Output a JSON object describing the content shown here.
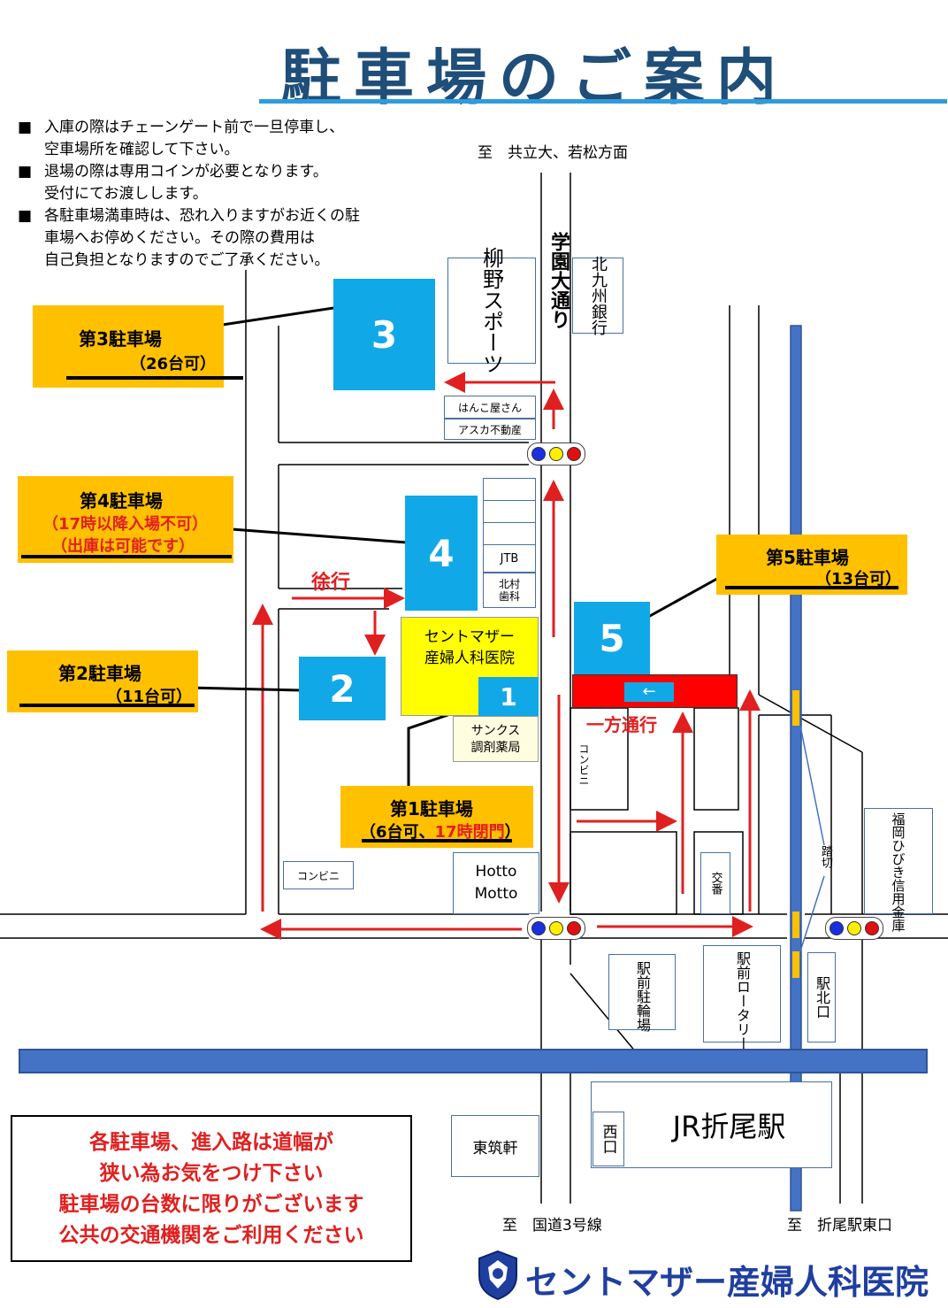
{
  "title": "駐車場のご案内",
  "notes": [
    [
      "入庫の際はチェーンゲート前で一旦停車し、",
      "空車場所を確認して下さい。"
    ],
    [
      "退場の際は専用コインが必要となります。",
      "受付にてお渡しします。"
    ],
    [
      "各駐車場満車時は、恐れ入りますがお近くの駐",
      "車場へお停めください。その際の費用は",
      "自己負担となりますのでご了承ください。"
    ]
  ],
  "directions": {
    "north": "至　共立大、若松方面",
    "south_west": "至　国道3号線",
    "south_east": "至　折尾駅東口"
  },
  "street_name": "学園大通り",
  "lots": {
    "lot1": {
      "number": "1",
      "name": "第1駐車場",
      "detail_a": "（6台可、",
      "detail_b": "17時閉門",
      "detail_c": "）"
    },
    "lot2": {
      "number": "2",
      "name": "第2駐車場",
      "detail": "（11台可）"
    },
    "lot3": {
      "number": "3",
      "name": "第3駐車場",
      "detail": "（26台可）"
    },
    "lot4": {
      "number": "4",
      "name": "第4駐車場",
      "detail_1": "（17時以降入場不可）",
      "detail_2": "（出庫は可能です）"
    },
    "lot5": {
      "number": "5",
      "name": "第5駐車場",
      "detail": "（13台可）"
    }
  },
  "buildings": {
    "yanagino_sports": "柳野スポーツ",
    "kitakyushu_bank": "北九州銀行",
    "hanko": "はんこ屋さん",
    "asuka": "アスカ不動産",
    "jtb": "JTB",
    "kitamura_1": "北村",
    "kitamura_2": "歯科",
    "hospital_1": "セントマザー",
    "hospital_2": "産婦人科医院",
    "sunkus_1": "サンクス",
    "sunkus_2": "調剤薬局",
    "conveni_west": "コンビニ",
    "conveni_vertical": "コンビニ",
    "hotto_1": "Hotto",
    "hotto_2": "Motto",
    "koban": "交番",
    "bicycle": "駅前駐輪場",
    "rotary": "駅前ロータリー",
    "kita_exit": "駅北口",
    "fukuoka_bank": "福岡ひびき信用金庫",
    "higashi": "東筑軒",
    "nishi_exit": "西口",
    "station": "JR折尾駅",
    "crossing": "踏切"
  },
  "road_labels": {
    "slow": "徐行",
    "one_way": "一方通行",
    "one_way_arrow": "←"
  },
  "notice": [
    "各駐車場、進入路は道幅が",
    "狭い為お気をつけ下さい",
    "駐車場の台数に限りがございます",
    "公共の交通機関をご利用ください"
  ],
  "logo_text": "セントマザー産婦人科医院",
  "colors": {
    "title": "#1f4e79",
    "lot": "#11a8e8",
    "label": "#ffc000",
    "arrow": "#e02020",
    "rail": "#4472c4",
    "hospital": "#ffff00",
    "one_way_bar": "#ff0000"
  }
}
